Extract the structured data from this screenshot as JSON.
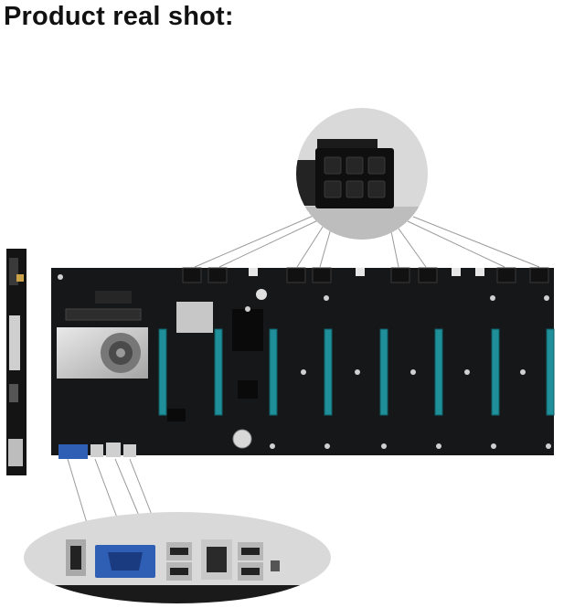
{
  "heading": {
    "text": "Product real shot:"
  },
  "photo": {
    "subject": "mining-motherboard",
    "pcie_slot_count": 8,
    "callouts": [
      "power-connector-closeup",
      "rear-io-closeup"
    ],
    "colors": {
      "pcb": "#161718",
      "pcie_slot": "#1f8f9a",
      "zoom_circle_bg": "#d9d9d9",
      "leader_line": "#9a9a9a",
      "vga_port": "#2f5fb5"
    }
  }
}
